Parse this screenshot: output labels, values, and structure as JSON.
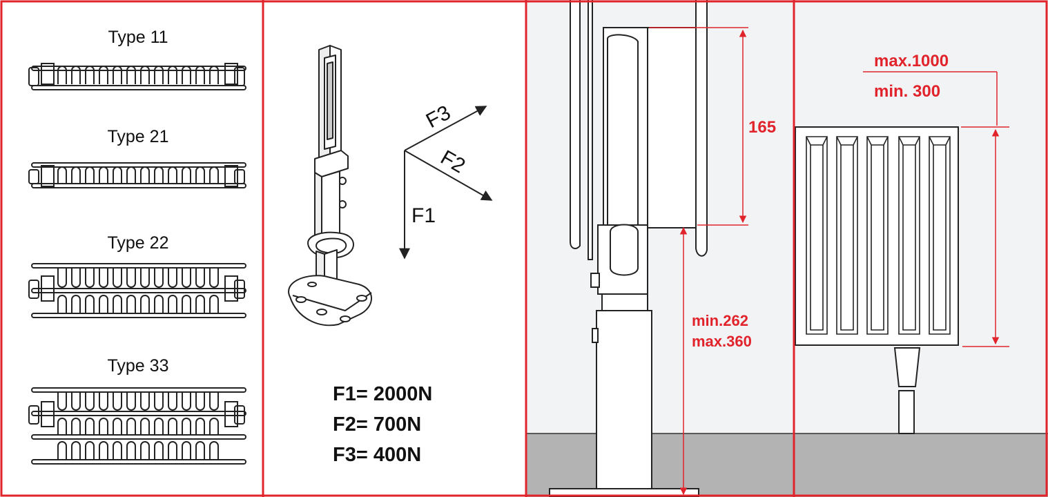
{
  "panel1": {
    "types": [
      "Type 11",
      "Type 21",
      "Type 22",
      "Type 33"
    ]
  },
  "panel2": {
    "arrow_labels": {
      "f1": "F1",
      "f2": "F2",
      "f3": "F3"
    },
    "forces": [
      "F1= 2000N",
      "F2= 700N",
      "F3= 400N"
    ]
  },
  "panel3": {
    "dim_top": "165",
    "dim_min": "min.262",
    "dim_max": "max.360"
  },
  "panel4": {
    "dim_max": "max.1000",
    "dim_min": "min. 300"
  },
  "colors": {
    "accent": "#e1232b",
    "line": "#222222",
    "panel_bg": "#f2f3f5",
    "floor": "#b3b3b3"
  }
}
